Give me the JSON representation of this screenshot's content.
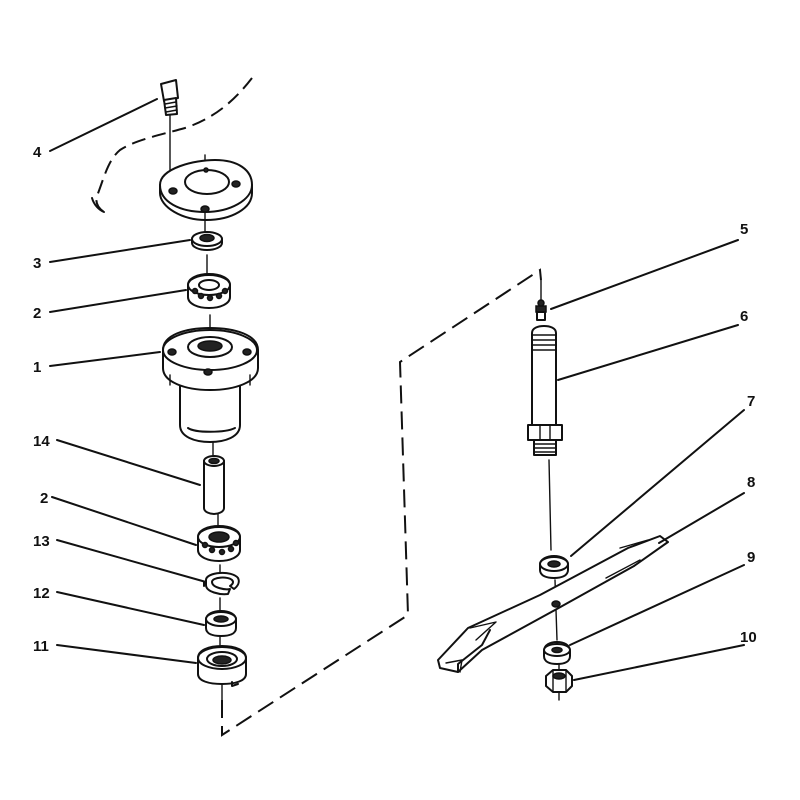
{
  "diagram": {
    "callouts": [
      {
        "id": "c4",
        "label": "4"
      },
      {
        "id": "c3",
        "label": "3"
      },
      {
        "id": "c2a",
        "label": "2"
      },
      {
        "id": "c1",
        "label": "1"
      },
      {
        "id": "c14",
        "label": "14"
      },
      {
        "id": "c2b",
        "label": "2"
      },
      {
        "id": "c13",
        "label": "13"
      },
      {
        "id": "c12",
        "label": "12"
      },
      {
        "id": "c11",
        "label": "11"
      },
      {
        "id": "c5",
        "label": "5"
      },
      {
        "id": "c6",
        "label": "6"
      },
      {
        "id": "c7",
        "label": "7"
      },
      {
        "id": "c8",
        "label": "8"
      },
      {
        "id": "c9",
        "label": "9"
      },
      {
        "id": "c10",
        "label": "10"
      }
    ],
    "colors": {
      "ink": "#111111",
      "background": "#ffffff"
    }
  }
}
